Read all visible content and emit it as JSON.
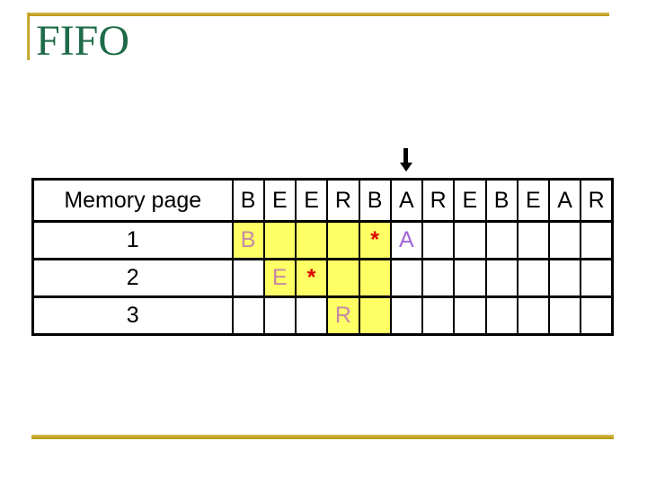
{
  "slide": {
    "title": "FIFO",
    "colors": {
      "title-green": "#1E6B47",
      "gold": "#B8960B",
      "gold-light": "#D6BC55",
      "yellow": "#FFFF66",
      "pink": "#C389A6",
      "purple": "#A264D8",
      "red": "#DD0000"
    }
  },
  "table": {
    "corner_label": "Memory page",
    "reference_string": [
      "B",
      "E",
      "E",
      "R",
      "B",
      "A",
      "R",
      "E",
      "B",
      "E",
      "A",
      "R"
    ],
    "arrow": {
      "shape": "down-arrow",
      "points_to_reference_index": 5,
      "points_to_letter": "A"
    },
    "rows": [
      {
        "label": "1",
        "cells": [
          {
            "text": "B",
            "fg": "pink",
            "highlight": true
          },
          {
            "text": "",
            "fg": null,
            "highlight": true
          },
          {
            "text": "",
            "fg": null,
            "highlight": true
          },
          {
            "text": "",
            "fg": null,
            "highlight": true
          },
          {
            "text": "*",
            "fg": "red",
            "highlight": true
          },
          {
            "text": "A",
            "fg": "purple",
            "highlight": false
          },
          {
            "text": "",
            "fg": null,
            "highlight": false
          },
          {
            "text": "",
            "fg": null,
            "highlight": false
          },
          {
            "text": "",
            "fg": null,
            "highlight": false
          },
          {
            "text": "",
            "fg": null,
            "highlight": false
          },
          {
            "text": "",
            "fg": null,
            "highlight": false
          },
          {
            "text": "",
            "fg": null,
            "highlight": false
          }
        ]
      },
      {
        "label": "2",
        "cells": [
          {
            "text": "",
            "fg": null,
            "highlight": false
          },
          {
            "text": "E",
            "fg": "pink",
            "highlight": true
          },
          {
            "text": "*",
            "fg": "red",
            "highlight": true
          },
          {
            "text": "",
            "fg": null,
            "highlight": true
          },
          {
            "text": "",
            "fg": null,
            "highlight": true
          },
          {
            "text": "",
            "fg": null,
            "highlight": false
          },
          {
            "text": "",
            "fg": null,
            "highlight": false
          },
          {
            "text": "",
            "fg": null,
            "highlight": false
          },
          {
            "text": "",
            "fg": null,
            "highlight": false
          },
          {
            "text": "",
            "fg": null,
            "highlight": false
          },
          {
            "text": "",
            "fg": null,
            "highlight": false
          },
          {
            "text": "",
            "fg": null,
            "highlight": false
          }
        ]
      },
      {
        "label": "3",
        "cells": [
          {
            "text": "",
            "fg": null,
            "highlight": false
          },
          {
            "text": "",
            "fg": null,
            "highlight": false
          },
          {
            "text": "",
            "fg": null,
            "highlight": false
          },
          {
            "text": "R",
            "fg": "pink",
            "highlight": true
          },
          {
            "text": "",
            "fg": null,
            "highlight": true
          },
          {
            "text": "",
            "fg": null,
            "highlight": false
          },
          {
            "text": "",
            "fg": null,
            "highlight": false
          },
          {
            "text": "",
            "fg": null,
            "highlight": false
          },
          {
            "text": "",
            "fg": null,
            "highlight": false
          },
          {
            "text": "",
            "fg": null,
            "highlight": false
          },
          {
            "text": "",
            "fg": null,
            "highlight": false
          },
          {
            "text": "",
            "fg": null,
            "highlight": false
          }
        ]
      }
    ]
  }
}
